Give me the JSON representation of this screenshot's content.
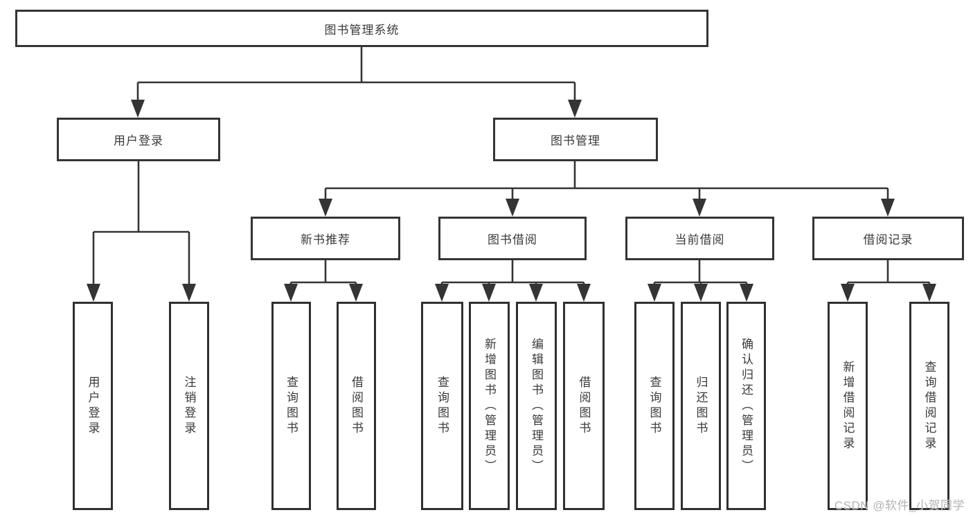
{
  "diagram": {
    "root": {
      "label": "图书管理系统"
    },
    "branches": [
      {
        "label": "用户登录",
        "children": [
          {
            "label": "用户登录"
          },
          {
            "label": "注销登录"
          }
        ]
      },
      {
        "label": "图书管理",
        "children": [
          {
            "label": "新书推荐",
            "children": [
              {
                "label": "查询图书"
              },
              {
                "label": "借阅图书"
              }
            ]
          },
          {
            "label": "图书借阅",
            "children": [
              {
                "label": "查询图书"
              },
              {
                "label": "新增图书（管理员）"
              },
              {
                "label": "编辑图书（管理员）"
              },
              {
                "label": "借阅图书"
              }
            ]
          },
          {
            "label": "当前借阅",
            "children": [
              {
                "label": "查询图书"
              },
              {
                "label": "归还图书"
              },
              {
                "label": "确认归还（管理员）"
              }
            ]
          },
          {
            "label": "借阅记录",
            "children": [
              {
                "label": "新增借阅记录"
              },
              {
                "label": "查询借阅记录"
              }
            ]
          }
        ]
      }
    ]
  },
  "watermark": {
    "text": "CSDN @软件_小贺同学"
  },
  "colors": {
    "line": "#343434",
    "text": "#3a3a3a",
    "watermark": "#b3b3b3"
  }
}
